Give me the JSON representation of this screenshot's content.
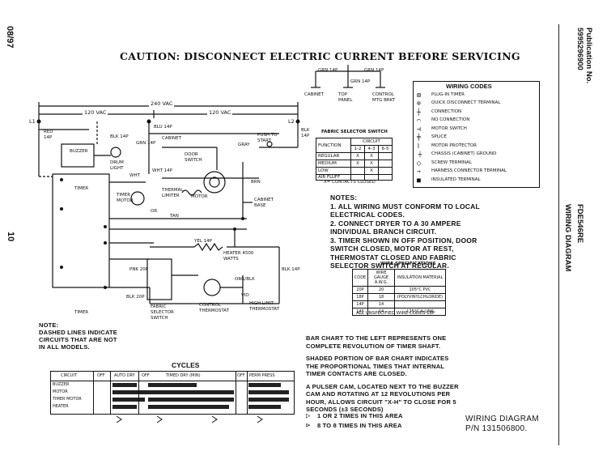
{
  "caution": "CAUTION: DISCONNECT ELECTRIC CURRENT BEFORE SERVICING",
  "side": {
    "page_code": "08/97",
    "page_number": "10",
    "publication_label": "Publication No.",
    "publication_number": "5995296900",
    "model": "FDE546RE",
    "section": "WIRING DIAGRAM"
  },
  "schematic": {
    "vac_240": "240 VAC",
    "vac_120_left": "120 VAC",
    "vac_120_right": "120 VAC",
    "l1": "L1",
    "l2": "L2",
    "red_14p": "RED 14P",
    "blk_14p": "BLK 14P",
    "buzzer": "BUZZER",
    "drum_light": "DRUM LIGHT",
    "timer_top": "TIMER",
    "timer_bottom": "TIMER",
    "door_switch": "DOOR SWITCH",
    "push_to_start": "PUSH TO START",
    "thermal_limiter": "THERMAL LIMITER",
    "motor": "MOTOR",
    "timer_motor": "TIMER MOTOR",
    "cabinet": "CABINET",
    "cabinet_base": "CABINET BASE",
    "heater": "HEATER 4500 WATTS",
    "fabric_selector_switch": "FABRIC SELECTOR SWITCH",
    "control_thermostat": "CONTROL THERMOSTAT",
    "high_limit_thermostat": "HIGH LIMIT THERMOSTAT",
    "wire_labels": [
      "BLK 14P",
      "WHT 14P",
      "GRN 14P",
      "BLU 14P",
      "GRAY",
      "TAN",
      "YEL 14P",
      "BRN",
      "WHT",
      "PNK 20P",
      "ORG/BLK",
      "VIO",
      "BLK 20P",
      "BLK 14P",
      "OR"
    ],
    "ground_labels": [
      "GRN 14P",
      "GRN 14P",
      "GRN 14P",
      "CABINET",
      "TOP PANEL",
      "CONTROL MTG BRKT"
    ]
  },
  "wiring_codes": {
    "title": "WIRING CODES",
    "items": [
      "PLUG-IN TIMER",
      "QUICK DISCONNECT TERMINAL",
      "CONNECTION",
      "NO CONNECTION",
      "MOTOR SWITCH",
      "SPLICE",
      "MOTOR PROTECTOR",
      "CHASSIS (CABINET) GROUND",
      "SCREW TERMINAL",
      "HARNESS CONNECTOR TERMINAL",
      "INSULATED TERMINAL"
    ]
  },
  "fabric_selector_table": {
    "title": "FABRIC SELECTOR SWITCH",
    "headers": [
      "FUNCTION",
      "CIRCUIT"
    ],
    "sub_headers": [
      "1-2",
      "4-3",
      "6-5"
    ],
    "rows": [
      [
        "REGULAR",
        "X",
        "X",
        ""
      ],
      [
        "MEDIUM",
        "X",
        "X",
        ""
      ],
      [
        "LOW",
        "",
        "X",
        ""
      ],
      [
        "AIR FLUFF",
        "",
        "",
        ""
      ]
    ],
    "footnote": "X= CONTACTS CLOSED"
  },
  "notes": {
    "title": "NOTES:",
    "items": [
      "1. ALL WIRING MUST CONFORM TO LOCAL ELECTRICAL CODES.",
      "2. CONNECT DRYER TO A 30 AMPERE INDIVIDUAL BRANCH CIRCUIT.",
      "3. TIMER SHOWN IN OFF POSITION, DOOR SWITCH CLOSED, MOTOR AT REST, THERMOSTAT CLOSED AND FABRIC SELECTOR SWITCH AT REGULAR."
    ]
  },
  "wire_specs": {
    "title": "WIRE SPECIFICATIONS",
    "headers": [
      "CODE",
      "WIRE GAUGE A.W.G.",
      "INSULATION MATERIAL"
    ],
    "rows": [
      [
        "20P",
        "20",
        "105°C PVC"
      ],
      [
        "18P",
        "18",
        "(POLYVINYLCHLORIDE)"
      ],
      [
        "14P",
        "14",
        ""
      ],
      [
        "14S",
        "14",
        "125°C X-LINK"
      ]
    ],
    "footnote": "ALL UNSPECIFIED WIRE CODES 18P"
  },
  "dashed_note": "NOTE:\nDASHED LINES INDICATE\nCIRCUITS THAT ARE NOT\nIN ALL MODELS.",
  "cycles": {
    "title": "CYCLES",
    "columns": [
      "CIRCUIT",
      "OFF",
      "AUTO DRY",
      "OFF",
      "TIMED DRY (MIN)",
      "OFF",
      "PERM PRESS"
    ],
    "rows": [
      "BUZZER",
      "MOTOR",
      "TIMER MOTOR",
      "HEATER"
    ]
  },
  "bar_chart_notes": [
    "BAR CHART TO THE LEFT REPRESENTS ONE COMPLETE REVOLUTION OF TIMER SHAFT.",
    "SHADED PORTION OF BAR CHART INDICATES THE PROPORTIONAL TIMES THAT INTERNAL TIMER CONTACTS ARE CLOSED.",
    "A PULSER CAM, LOCATED NEXT TO THE BUZZER CAM AND ROTATING AT 12 REVOLUTIONS PER HOUR, ALLOWS CIRCUIT \"X-H\" TO CLOSE FOR 5 SECONDS (±3 SECONDS)"
  ],
  "legend": [
    "1 OR 2 TIMES IN THIS AREA",
    "8 TO 8 TIMES IN THIS AREA"
  ],
  "footer": {
    "title": "WIRING DIAGRAM",
    "part_number": "P/N 131506800."
  }
}
